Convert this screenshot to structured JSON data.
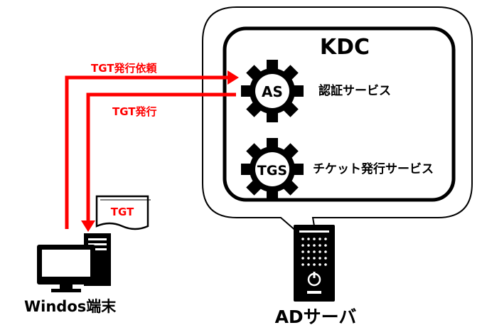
{
  "kdc": {
    "title": "KDC",
    "as_label": "AS",
    "as_service": "認証サービス",
    "tgs_label": "TGS",
    "tgs_service": "チケット発行サービス"
  },
  "flows": {
    "request_label": "TGT発行依頼",
    "issue_label": "TGT発行"
  },
  "ticket": {
    "label": "TGT"
  },
  "client": {
    "label": "Windos端末"
  },
  "server": {
    "label": "ADサーバ"
  },
  "colors": {
    "arrow": "#ff0000",
    "ink": "#000000",
    "paper": "#ffffff"
  }
}
